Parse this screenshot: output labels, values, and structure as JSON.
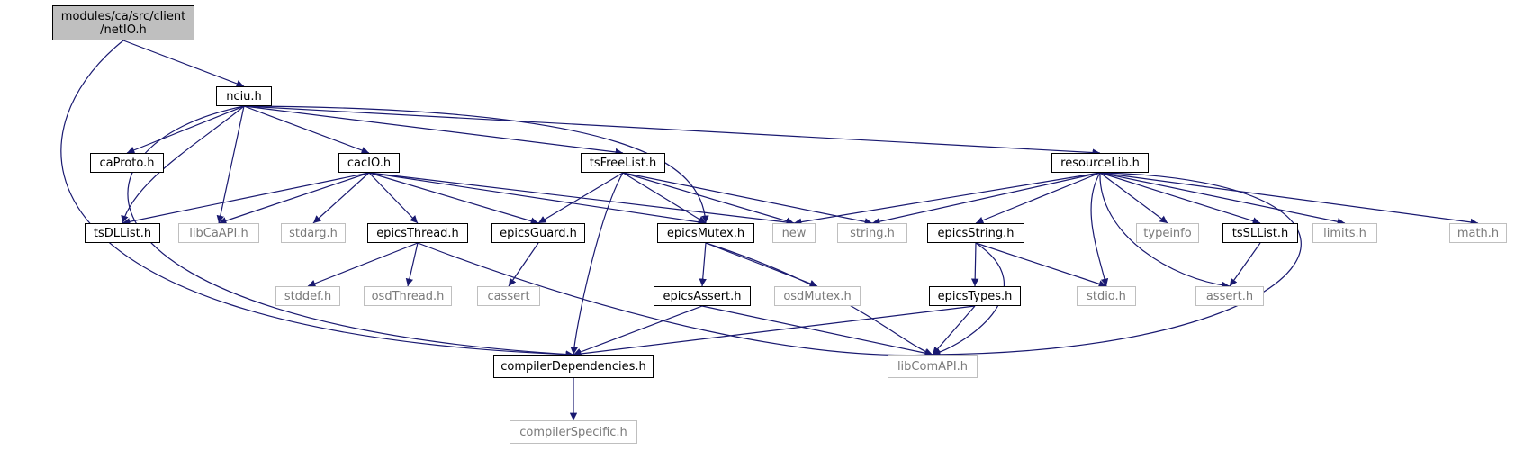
{
  "title": "",
  "colors": {
    "edge": "#191970",
    "root_fill": "#bfbfbf",
    "ext_border": "#bfbfbf",
    "ext_text": "#7a7a7a"
  },
  "nodes": {
    "root": {
      "line1": "modules/ca/src/client",
      "line2": "/netIO.h"
    },
    "nciu": "nciu.h",
    "caProto": "caProto.h",
    "cacIO": "cacIO.h",
    "tsFreeList": "tsFreeList.h",
    "resourceLib": "resourceLib.h",
    "tsDLList": "tsDLList.h",
    "libCaAPI": "libCaAPI.h",
    "stdarg": "stdarg.h",
    "epicsThread": "epicsThread.h",
    "epicsGuard": "epicsGuard.h",
    "epicsMutex": "epicsMutex.h",
    "new": "new",
    "string": "string.h",
    "epicsString": "epicsString.h",
    "typeinfo": "typeinfo",
    "tsSLList": "tsSLList.h",
    "limits": "limits.h",
    "math": "math.h",
    "stddef": "stddef.h",
    "osdThread": "osdThread.h",
    "cassert": "cassert",
    "epicsAssert": "epicsAssert.h",
    "osdMutex": "osdMutex.h",
    "epicsTypes": "epicsTypes.h",
    "stdio": "stdio.h",
    "assert": "assert.h",
    "compilerDependencies": "compilerDependencies.h",
    "libComAPI": "libComAPI.h",
    "compilerSpecific": "compilerSpecific.h"
  },
  "edges": [
    [
      "root",
      "nciu"
    ],
    [
      "root",
      "compilerDependencies"
    ],
    [
      "nciu",
      "caProto"
    ],
    [
      "nciu",
      "cacIO"
    ],
    [
      "nciu",
      "tsFreeList"
    ],
    [
      "nciu",
      "resourceLib"
    ],
    [
      "nciu",
      "tsDLList"
    ],
    [
      "nciu",
      "libCaAPI"
    ],
    [
      "nciu",
      "epicsMutex"
    ],
    [
      "nciu",
      "compilerDependencies"
    ],
    [
      "cacIO",
      "tsDLList"
    ],
    [
      "cacIO",
      "libCaAPI"
    ],
    [
      "cacIO",
      "stdarg"
    ],
    [
      "cacIO",
      "epicsThread"
    ],
    [
      "cacIO",
      "epicsGuard"
    ],
    [
      "cacIO",
      "epicsMutex"
    ],
    [
      "cacIO",
      "new"
    ],
    [
      "tsFreeList",
      "epicsGuard"
    ],
    [
      "tsFreeList",
      "epicsMutex"
    ],
    [
      "tsFreeList",
      "new"
    ],
    [
      "tsFreeList",
      "string"
    ],
    [
      "tsFreeList",
      "compilerDependencies"
    ],
    [
      "resourceLib",
      "new"
    ],
    [
      "resourceLib",
      "string"
    ],
    [
      "resourceLib",
      "epicsString"
    ],
    [
      "resourceLib",
      "stdio"
    ],
    [
      "resourceLib",
      "assert"
    ],
    [
      "resourceLib",
      "typeinfo"
    ],
    [
      "resourceLib",
      "tsSLList"
    ],
    [
      "resourceLib",
      "limits"
    ],
    [
      "resourceLib",
      "math"
    ],
    [
      "resourceLib",
      "libComAPI"
    ],
    [
      "epicsThread",
      "stddef"
    ],
    [
      "epicsThread",
      "osdThread"
    ],
    [
      "epicsThread",
      "libComAPI"
    ],
    [
      "epicsGuard",
      "cassert"
    ],
    [
      "epicsMutex",
      "epicsAssert"
    ],
    [
      "epicsMutex",
      "osdMutex"
    ],
    [
      "epicsMutex",
      "libComAPI"
    ],
    [
      "epicsString",
      "epicsTypes"
    ],
    [
      "epicsString",
      "stdio"
    ],
    [
      "epicsString",
      "libComAPI"
    ],
    [
      "tsSLList",
      "assert"
    ],
    [
      "epicsAssert",
      "compilerDependencies"
    ],
    [
      "epicsAssert",
      "libComAPI"
    ],
    [
      "epicsTypes",
      "compilerDependencies"
    ],
    [
      "epicsTypes",
      "libComAPI"
    ],
    [
      "compilerDependencies",
      "compilerSpecific"
    ]
  ]
}
